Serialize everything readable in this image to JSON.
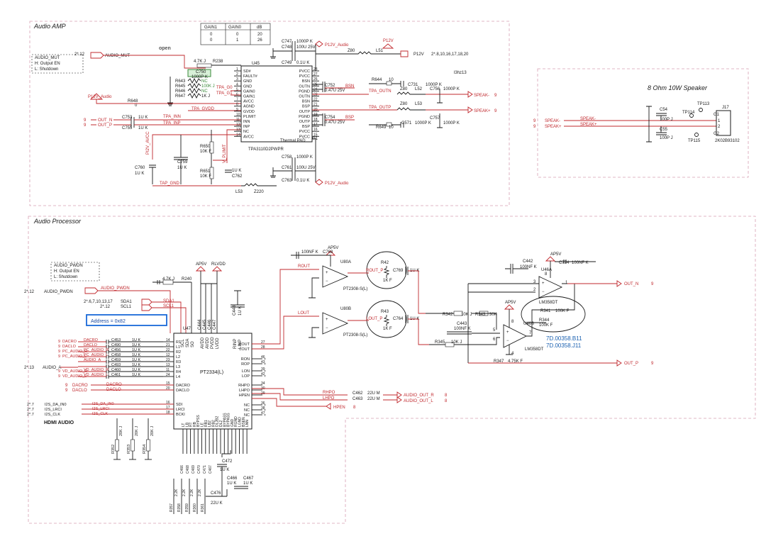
{
  "title_amp": "Audio AMP",
  "title_proc": "Audio Processor",
  "title_spk": "8 Ohm 10W Speaker",
  "title_hdmi": "HDMI AUDIO",
  "gain_table": {
    "headers": [
      "GAIN1",
      "GAIN0",
      "dB"
    ],
    "rows": [
      [
        "0",
        "0",
        "20"
      ],
      [
        "0",
        "1",
        "26"
      ]
    ]
  },
  "amp": {
    "mut_box": [
      "AUDIO_MUT",
      "H: Output EN",
      "L: Shutdown"
    ],
    "mut_ref": "2*.12",
    "mut_net": "AUDIO_MUT",
    "open": "open",
    "ic_ref": "U45",
    "ic_part": "TPA3110D2PWPR",
    "left_pins": [
      [
        "1",
        "SD#"
      ],
      [
        "2",
        "FAULT#"
      ],
      [
        "3",
        "GND"
      ],
      [
        "4",
        "GND"
      ],
      [
        "5",
        "GAIN0"
      ],
      [
        "6",
        "GAIN1"
      ],
      [
        "7",
        "AVCC"
      ],
      [
        "8",
        "AGND"
      ],
      [
        "9",
        "GVDD"
      ],
      [
        "10",
        "PLIMIT"
      ],
      [
        "11",
        "INN"
      ],
      [
        "12",
        "INP"
      ],
      [
        "13",
        "NC"
      ],
      [
        "14",
        "AVCC"
      ]
    ],
    "right_pins": [
      [
        "28",
        "PVCC"
      ],
      [
        "27",
        "PVCC"
      ],
      [
        "26",
        "BSN"
      ],
      [
        "25",
        "OUTN"
      ],
      [
        "24",
        "PGND"
      ],
      [
        "23",
        "OUTN"
      ],
      [
        "22",
        "BSN"
      ],
      [
        "21",
        "BSP"
      ],
      [
        "20",
        "OUTP"
      ],
      [
        "19",
        "PGND"
      ],
      [
        "18",
        "OUTP"
      ],
      [
        "17",
        "BSP"
      ],
      [
        "16",
        "PVCC"
      ],
      [
        "15",
        "PVCC"
      ]
    ],
    "thermal": "Thermal PAD",
    "thermal_pin": "G1",
    "labels": {
      "r238": "R238",
      "r238v": "4.7K J",
      "c750": "C750",
      "c750v": "1000P K",
      "r643": "R643",
      "r645": "R645",
      "r646": "R646",
      "r647": "R647",
      "nc1": "NC",
      "nc2": "NC",
      "v100k": "100K J",
      "v1k": "1K J",
      "tpa_g0": "TPA_G0",
      "tpa_g1": "TPA_G1",
      "tpa_gvdd": "TPA_GVDD",
      "r648": "R648",
      "r648v": "0",
      "p12v_audio": "P12V_Audio",
      "out_n_in": "OUT_N",
      "out_p_in": "OUT_P",
      "in9a": "9",
      "in9b": "9",
      "c753": "C753",
      "c755": "C755",
      "c753v": "1U K",
      "c755v": "1U K",
      "tpa_inn": "TPA_INN",
      "tpa_inp": "TPA_INP",
      "pi2v_avcc": "PI2V_AVCC",
      "v_plimit": "V_PLIMIT",
      "r650": "R650",
      "r650v": "10K F",
      "r651": "R651",
      "r651v": "10K F",
      "c759": "C759",
      "c759v": "1U K",
      "c760": "C760",
      "c760v": "1U K",
      "c762": "C762",
      "c762v": "1U K",
      "tap_gnd": "TAP_GND",
      "l53": "L53",
      "z220": "Z220",
      "c747": "C747",
      "c747v": "1000P K",
      "c748": "C748",
      "c748v": "100U 25V",
      "c749": "C749",
      "c749v": "0.1U K",
      "op12v": "P12V_Audio",
      "z80": "Z80",
      "l51": "L51",
      "p12v": "P12V",
      "p12v_ref": "2*.8,10,16,17,18,20",
      "c758": "C758",
      "c758v": "1000P K",
      "c761": "C761",
      "c761v": "100U 25V",
      "c763": "C763",
      "c763v": "0.1U K",
      "r644": "R644",
      "r644v": "10",
      "c731": "C731",
      "c731v": "1000P K",
      "c752": "C752",
      "c752v": "0.47U 25V",
      "bsn": "BSN",
      "tpa_outn": "TPA_OUTN",
      "z80b": "Z80",
      "l52": "L52",
      "c756": "C756",
      "c756v": "1000P K",
      "tpa_outp": "TPA_OUTP",
      "z80c": "Z80",
      "l53b": "L53",
      "c754": "C754",
      "c754v": "0.47U 25V",
      "bsp": "BSP",
      "r649": "R649",
      "r649v": "10",
      "c571": "C571",
      "c571v": "1000P K",
      "c757": "C757",
      "c757v": "1000P K",
      "speak_minus": "SPEAK-",
      "speak_plus": "SPEAK+",
      "o9a": "9",
      "o9b": "9",
      "note": "l3hz13"
    }
  },
  "spk": {
    "in9a": "9",
    "in9b": "9",
    "speak_minus": "SPEAK-",
    "speak_plus": "SPEAK+",
    "c54": "C54",
    "c55": "C55",
    "c54v": "100P J",
    "c55v": "100P J",
    "tp113": "TP113",
    "tp114": "TP114",
    "tp115": "TP115",
    "j17": "J17",
    "g1": "G1",
    "g2": "G2",
    "p1": "1",
    "p2": "2",
    "part": "2K02B93102"
  },
  "proc": {
    "pwdn_box": [
      "AUDIO_PWDN",
      "H: Output EN",
      "L: Shutdown"
    ],
    "pwdn_ref": "2*.12",
    "pwdn_net": "AUDIO_PWDN",
    "addr": "Address = 0x82",
    "r240": "R240",
    "r240v": "4.7K J",
    "ap5v": "AP5V",
    "rlvdd": "RLVDD",
    "sda_ref": "2*.6,7,10,13,17",
    "scl_ref": "2*.12",
    "sda": "SDA1",
    "scl": "SCL1",
    "sda_net": "SDA1",
    "scl_net": "SCL1",
    "ic_ref": "U47",
    "ic_part": "PT2334(L)",
    "top_pins": [
      "SCL",
      "SDA",
      "SO"
    ],
    "top_pins2": [
      "AVDD",
      "AVDD",
      "PVDD",
      "LVDD"
    ],
    "caps_top": [
      "C444",
      "C445",
      "C446",
      "C447"
    ],
    "c448": "C448",
    "c448v": "1U K",
    "rinp": "RINP",
    "linp": "LINP",
    "left_pins": [
      [
        "14",
        "R1"
      ],
      [
        "21",
        "L1"
      ],
      [
        "22",
        "R2"
      ],
      [
        "12",
        "L2"
      ],
      [
        "23",
        "R3"
      ],
      [
        "13",
        "L3"
      ],
      [
        "11",
        "R4"
      ],
      [
        "24",
        "L4"
      ],
      [
        "15",
        "DACRO"
      ],
      [
        "20",
        "DACLO"
      ]
    ],
    "left_caps": [
      [
        "C453",
        "1U K"
      ],
      [
        "C490",
        "1U K"
      ],
      [
        "C456",
        "1U K"
      ],
      [
        "C458",
        "1U K"
      ],
      [
        "C459",
        "1U K"
      ],
      [
        "C493",
        "1U K"
      ],
      [
        "C460",
        "1U K"
      ],
      [
        "C461",
        "1U K"
      ]
    ],
    "left_nets": [
      "DACRO",
      "DACLO",
      "PC_AUDIO_R",
      "PC_AUDIO_L",
      "AUDIO_A",
      "",
      "VD_AUDIO_R",
      "VD_AUDIO_L"
    ],
    "left_refs": [
      "9",
      "9",
      "9",
      "9",
      "",
      "",
      "9",
      "9"
    ],
    "audio_a": "AUDIO_A",
    "audio_a_ref": "2*.13",
    "dacro": "DACRO",
    "daclo": "DACLO",
    "dac9a": "9",
    "dac9b": "9",
    "i2s": [
      [
        "I2S_DA_IN0",
        "2*.7",
        "16",
        "SDI"
      ],
      [
        "I2S_LRCI",
        "2*.7",
        "17",
        "LRCI"
      ],
      [
        "I2S_CLK",
        "2*.7",
        "18",
        "BCKI"
      ]
    ],
    "right_pins": [
      [
        "ROUT",
        "27"
      ],
      [
        "LOUT",
        "28"
      ],
      [
        "RON",
        "46"
      ],
      [
        "ROP",
        "43"
      ],
      [
        "LON",
        "39"
      ],
      [
        "LOP",
        "42"
      ],
      [
        "RHPO",
        "34"
      ],
      [
        "LHPO",
        "30"
      ],
      [
        "HPEN",
        "29"
      ],
      [
        "NC",
        "36"
      ],
      [
        "NC",
        "38"
      ],
      [
        "NC",
        "47"
      ]
    ],
    "bot_pins": [
      "LT",
      "LB",
      "RT",
      "RB",
      "BYPSS",
      "LE",
      "RB1",
      "LB2",
      "RB2",
      "DL2B2",
      "DL2",
      "BYPASS",
      "BYPASS",
      "GND",
      "RGND",
      "LGND",
      "BSEN",
      "LNN"
    ],
    "bot_caps": [
      "C466",
      "C468",
      "C469",
      "C470",
      "C471",
      "C467"
    ],
    "bot_res": [
      "R352",
      "R353",
      "R354"
    ],
    "bot_res_v": [
      "20K J",
      "20K J",
      "20K J"
    ],
    "bot_pwr": [
      "R357",
      "R358",
      "R359",
      "R360",
      "R361"
    ],
    "bot_pwr_v": [
      "2.2K",
      "2.2K",
      "2.2K",
      "2.2K"
    ],
    "c472": "C472",
    "c472v": "1U K",
    "c466": "C466",
    "c466v": "1U K",
    "c476": "C476",
    "c476v": "22U K",
    "c467": "C467",
    "c467v": "1U K",
    "rout": "ROUT",
    "lout": "LOUT",
    "u80a": "U80A",
    "u80b": "U80B",
    "pt_a": "PT2308-S(L)",
    "pt_b": "PT2308-S(L)",
    "c768": "C768",
    "c768v": "100NF K",
    "r42": "R42",
    "r43": "R43",
    "r42v": "1K F",
    "r43v": "1K F",
    "c769": "C769",
    "c769v": "1U K",
    "c764": "C764",
    "c764v": "1U K",
    "rout_p": "ROUT_P",
    "lout_p": "LOUT_P",
    "r342": "R342",
    "r342v": "10K J",
    "r343": "R343",
    "r343v": "30K",
    "r345": "R345",
    "r345v": "10K J",
    "c443": "C443",
    "c443v": "100NF K",
    "c442": "C442",
    "c442v": "100NF K",
    "c774": "C774",
    "c774v": "100NF K",
    "u46a": "U46A",
    "u46b": "U46B",
    "lm": "LM358DT",
    "lm2": "LM358DT",
    "r341": "R341",
    "r341v": "100K F",
    "r344": "R344",
    "r344v": "100K F",
    "r347": "R347",
    "r347v": "4.75K F",
    "out_n": "OUT_N",
    "out_p": "OUT_P",
    "o9a": "9",
    "o9b": "9",
    "ver1": "7D.00358.B11",
    "ver2": "7D.00358.J11",
    "rhpo": "RHPO",
    "lhpo": "LHPO",
    "c462": "C462",
    "c463": "C463",
    "c462v": "22U M",
    "c463v": "22U M",
    "audio_out_r": "AUDIO_OUT_R",
    "audio_out_l": "AUDIO_OUT_L",
    "hpen": "HPEN",
    "h8a": "8",
    "h8b": "8",
    "h8c": "8"
  }
}
